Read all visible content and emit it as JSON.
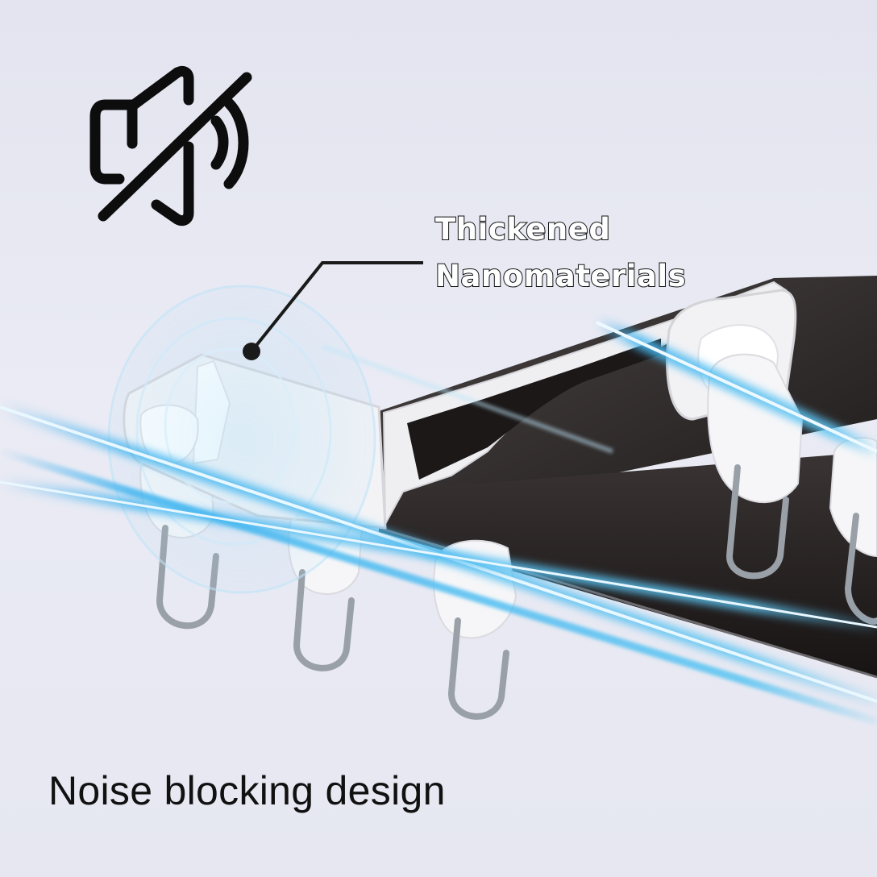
{
  "callout": {
    "line1": "Thickened",
    "line2": "Nanomaterials"
  },
  "headline": "Noise blocking design",
  "icons": {
    "main": "speaker-muted-icon"
  },
  "colors": {
    "background": "#e6e7f1",
    "rail_dark": "#2f2a2a",
    "rail_light": "#f2f2f4",
    "light_streak": "#5fc4f0",
    "text": "#111111"
  }
}
